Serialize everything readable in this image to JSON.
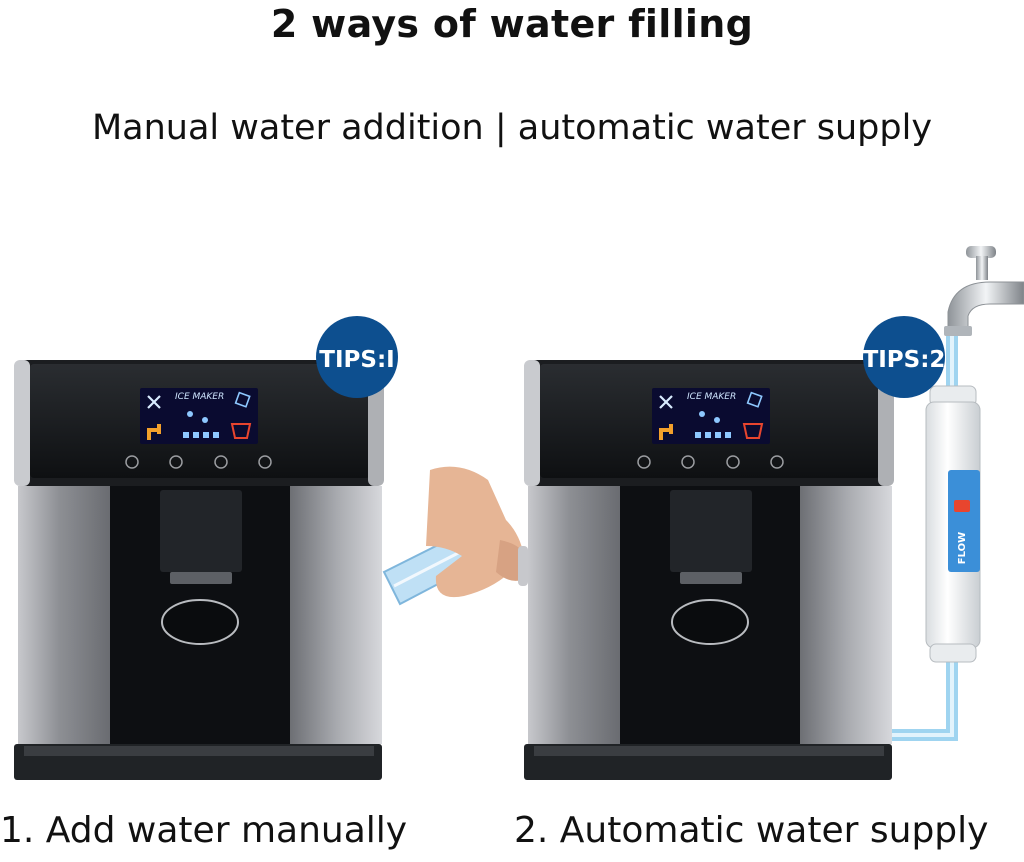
{
  "header": {
    "title": "2 ways of water filling",
    "subtitle": "Manual water addition | automatic water supply"
  },
  "machines": [
    {
      "badge": "TIPS:I",
      "screen_label": "ICE MAKER",
      "caption": "1. Add water manually"
    },
    {
      "badge": "TIPS:2",
      "screen_label": "ICE MAKER",
      "caption": "2. Automatic water supply"
    }
  ],
  "filter": {
    "label": "FLOW"
  },
  "icons": [
    "ice-cube-icon",
    "tap-icon",
    "cup-icon",
    "cancel-icon",
    "power-button-icon",
    "water-bottle-icon",
    "faucet-icon"
  ],
  "colors": {
    "badge": "#0d4f8f",
    "hose": "#9fd4f0",
    "screen_accent": "#e8452e",
    "machine_body": "#8e8f94",
    "machine_dark": "#121417"
  }
}
